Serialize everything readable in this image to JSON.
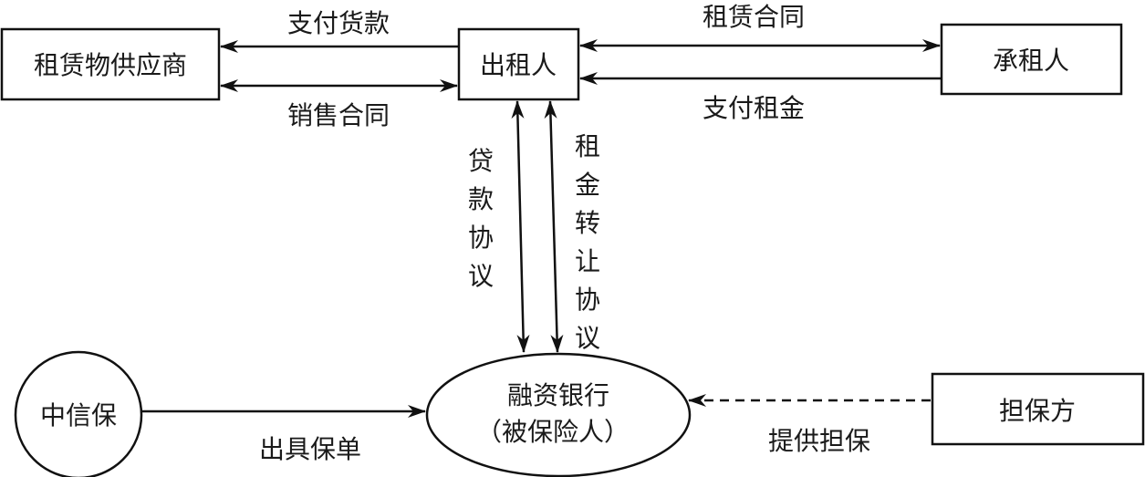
{
  "diagram": {
    "nodes": {
      "supplier": {
        "label": "租赁物供应商",
        "shape": "rectangle"
      },
      "lessor": {
        "label": "出租人",
        "shape": "rectangle"
      },
      "lessee": {
        "label": "承租人",
        "shape": "rectangle"
      },
      "sinosure": {
        "label": "中信保",
        "shape": "circle"
      },
      "bank": {
        "label_line1": "融资银行",
        "label_line2": "（被保险人）",
        "shape": "ellipse"
      },
      "guarantor": {
        "label": "担保方",
        "shape": "rectangle"
      }
    },
    "edges": {
      "pay_goods": {
        "label": "支付货款",
        "from": "出租人",
        "to": "租赁物供应商",
        "style": "solid",
        "direction": "one-way"
      },
      "sales_contract": {
        "label": "销售合同",
        "from": "租赁物供应商",
        "to": "出租人",
        "style": "solid",
        "direction": "two-way"
      },
      "lease_contract": {
        "label": "租赁合同",
        "from": "出租人",
        "to": "承租人",
        "style": "solid",
        "direction": "two-way"
      },
      "pay_rent": {
        "label": "支付租金",
        "from": "承租人",
        "to": "出租人",
        "style": "solid",
        "direction": "one-way"
      },
      "loan_agreement": {
        "label": "贷款协议",
        "chars": [
          "贷",
          "款",
          "协",
          "议"
        ],
        "from": "出租人",
        "to": "融资银行",
        "style": "solid",
        "direction": "two-way"
      },
      "rent_transfer": {
        "label": "租金转让协议",
        "chars": [
          "租",
          "金",
          "转",
          "让",
          "协",
          "议"
        ],
        "from": "出租人",
        "to": "融资银行",
        "style": "solid",
        "direction": "two-way"
      },
      "issue_policy": {
        "label": "出具保单",
        "from": "中信保",
        "to": "融资银行",
        "style": "solid",
        "direction": "one-way"
      },
      "provide_guarantee": {
        "label": "提供担保",
        "from": "担保方",
        "to": "融资银行",
        "style": "dashed",
        "direction": "one-way"
      }
    },
    "colors": {
      "stroke": "#111111",
      "background": "#ffffff",
      "text": "#1a1a1a"
    }
  }
}
